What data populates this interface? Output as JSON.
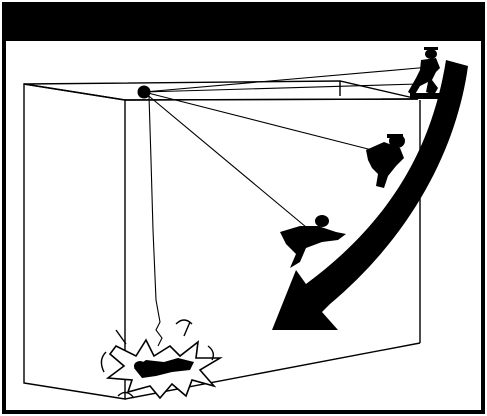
{
  "figure": {
    "header_bar": {
      "color": "#000000"
    },
    "border_color": "#000000",
    "background": "#ffffff",
    "scene": {
      "structure": "box-outline",
      "anchor": "anchor-point",
      "figures": [
        {
          "name": "worker-on-edge",
          "state": "standing"
        },
        {
          "name": "worker-swinging-upper",
          "state": "falling"
        },
        {
          "name": "worker-swinging-lower",
          "state": "falling"
        },
        {
          "name": "worker-impact",
          "state": "impact"
        }
      ],
      "arrow": {
        "name": "swing-arrow",
        "direction": "clockwise-down-left"
      }
    }
  }
}
